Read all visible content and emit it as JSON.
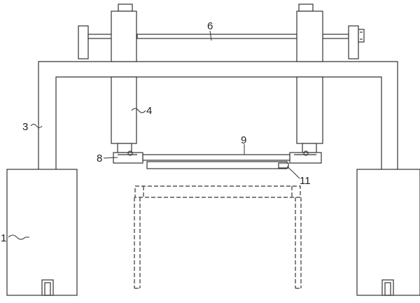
{
  "labels": {
    "base_block": "1",
    "gantry_frame": "3",
    "lift_column": "4",
    "top_shaft": "6",
    "clamp_block": "8",
    "carrier_plate": "9",
    "lower_plate": "11"
  },
  "colors": {
    "stroke": "#333333",
    "background": "#ffffff"
  }
}
